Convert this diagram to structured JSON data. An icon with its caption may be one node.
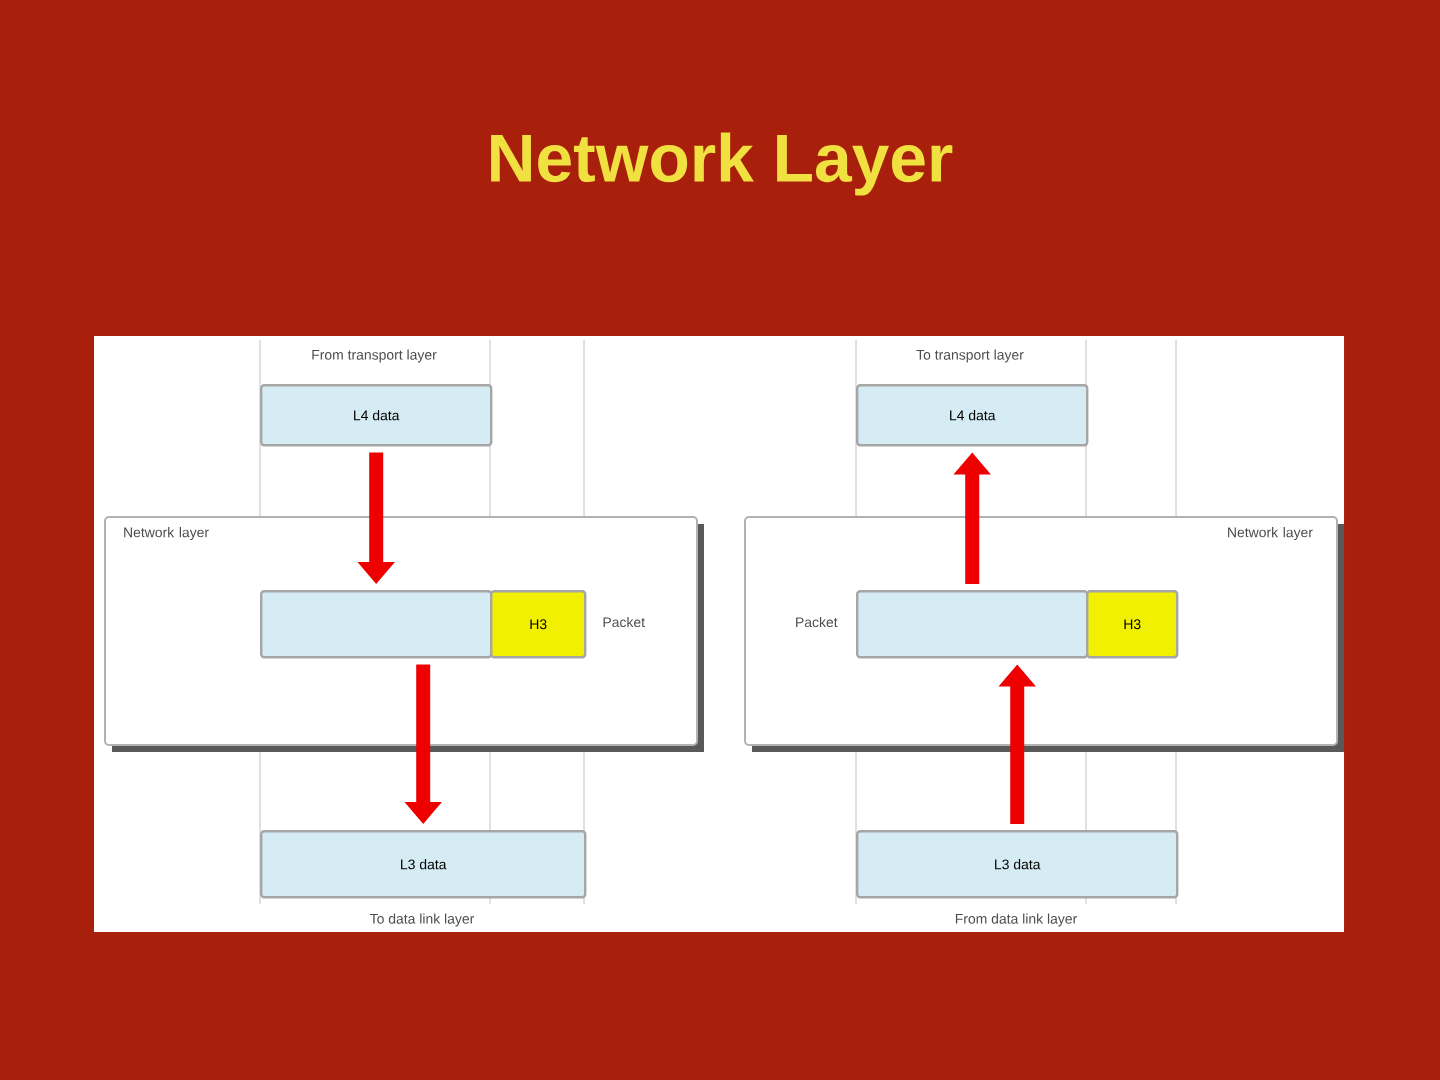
{
  "diagram": {
    "title": "Network Layer",
    "nodes": [
      {
        "text": [
          "Network layer"
        ]
      },
      {
        "text": [
          "L4 data"
        ],
        "beside": [
          "From transport layer"
        ]
      },
      {
        "text": [],
        "shape": "box",
        "in": 0
      },
      {
        "text": [
          "H3"
        ],
        "in": 0,
        "beside": [
          "Packet"
        ]
      },
      {
        "text": [
          "L3 data"
        ],
        "beside": [
          "To data link layer"
        ]
      },
      {
        "text": [
          "Network layer"
        ]
      },
      {
        "text": [
          "L4 data"
        ],
        "beside": [
          "To transport layer"
        ]
      },
      {
        "text": [],
        "shape": "box",
        "in": 5,
        "beside": [
          "Packet"
        ]
      },
      {
        "text": [
          "H3"
        ],
        "in": 5
      },
      {
        "text": [
          "L3 data"
        ],
        "beside": [
          "From data link layer"
        ]
      }
    ],
    "edges": [
      {
        "from": 1,
        "to": 2,
        "arrow": "to"
      },
      {
        "from": 2,
        "to": 4,
        "arrow": "to"
      },
      {
        "from": 9,
        "to": 7,
        "arrow": "to"
      },
      {
        "from": 7,
        "to": 6,
        "arrow": "to"
      }
    ]
  }
}
